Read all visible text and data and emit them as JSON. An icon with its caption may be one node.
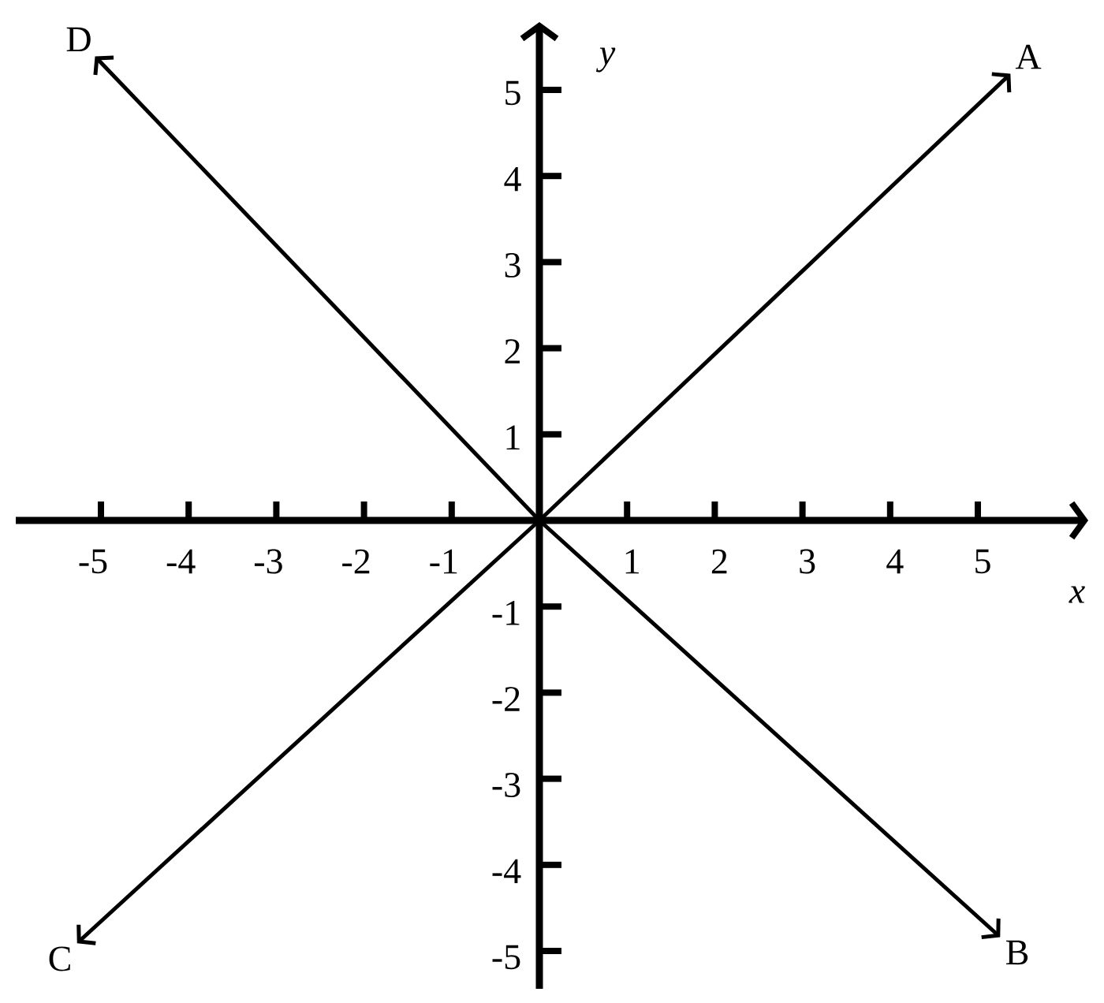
{
  "diagram": {
    "nodes": [
      {
        "text": [
          "A"
        ]
      },
      {
        "text": [
          "D"
        ]
      },
      {
        "text": [
          "C"
        ]
      },
      {
        "text": [
          "B"
        ]
      }
    ],
    "edges": [
      {
        "from": null,
        "to": 0,
        "arrow": "to"
      },
      {
        "from": null,
        "to": 1,
        "arrow": "to"
      },
      {
        "from": null,
        "to": 2,
        "arrow": "to"
      },
      {
        "from": null,
        "to": 3,
        "arrow": "to"
      }
    ],
    "labels": [
      "y",
      "5",
      "4",
      "3",
      "2",
      "1",
      "-5",
      "-4",
      "-3",
      "-2",
      "-1",
      "1",
      "2",
      "3",
      "4",
      "5",
      "x",
      "-1",
      "-2",
      "-3",
      "-4",
      "-5"
    ]
  }
}
